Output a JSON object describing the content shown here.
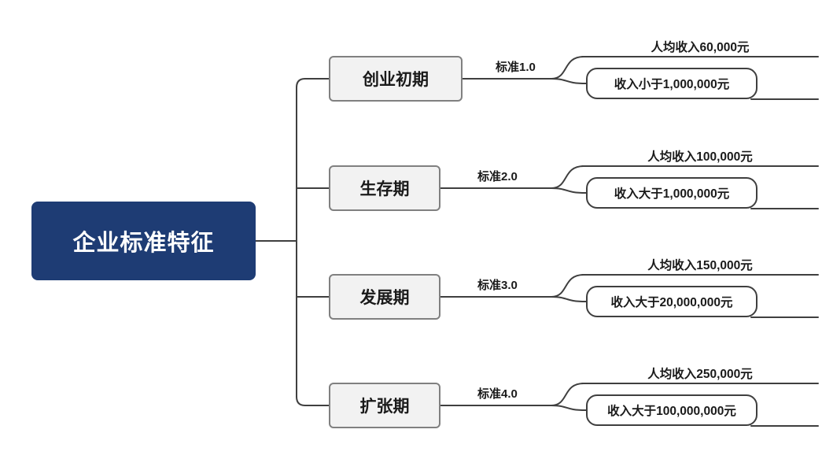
{
  "root": {
    "label": "企业标准特征"
  },
  "branches": [
    {
      "label": "创业初期",
      "edge_label": "标准1.0",
      "leaf_top": "人均收入60,000元",
      "leaf_bottom": "收入小于1,000,000元"
    },
    {
      "label": "生存期",
      "edge_label": "标准2.0",
      "leaf_top": "人均收入100,000元",
      "leaf_bottom": "收入大于1,000,000元"
    },
    {
      "label": "发展期",
      "edge_label": "标准3.0",
      "leaf_top": "人均收入150,000元",
      "leaf_bottom": "收入大于20,000,000元"
    },
    {
      "label": "扩张期",
      "edge_label": "标准4.0",
      "leaf_top": "人均收入250,000元",
      "leaf_bottom": "收入大于100,000,000元"
    }
  ],
  "colors": {
    "root_bg": "#1E3C74",
    "root_text": "#FFFFFF",
    "branch_bg": "#F2F2F2",
    "branch_border": "#808080",
    "line": "#3F3F3F",
    "text": "#1A1A1A"
  }
}
